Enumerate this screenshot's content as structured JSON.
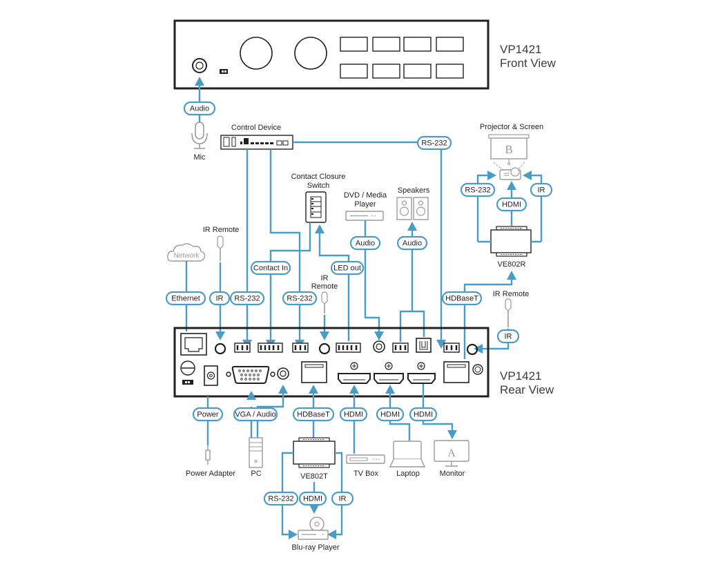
{
  "front_view": {
    "title_line1": "VP1421",
    "title_line2": "Front View"
  },
  "rear_view": {
    "title_line1": "VP1421",
    "title_line2": "Rear View"
  },
  "devices": {
    "mic": "Mic",
    "control_device": "Control Device",
    "contact_closure_line1": "Contact Closure",
    "contact_closure_line2": "Switch",
    "dvd_line1": "DVD / Media",
    "dvd_line2": "Player",
    "speakers": "Speakers",
    "projector": "Projector & Screen",
    "ve802r": "VE802R",
    "network": "Network",
    "ir_remote_1": "IR Remote",
    "ir_remote_2_line1": "IR",
    "ir_remote_2_line2": "Remote",
    "ir_remote_3": "IR Remote",
    "power_adapter": "Power Adapter",
    "pc": "PC",
    "ve802t": "VE802T",
    "tv_box": "TV Box",
    "laptop": "Laptop",
    "monitor": "Monitor",
    "bluray": "Blu-ray Player",
    "screen_letter": "B",
    "monitor_letter": "A"
  },
  "connections": {
    "audio_mic": "Audio",
    "rs232_control_top": "RS-232",
    "rs232_projector": "RS-232",
    "hdmi_projector": "HDMI",
    "ir_projector": "IR",
    "audio_dvd": "Audio",
    "audio_speakers": "Audio",
    "contact_in": "Contact In",
    "led_out": "LED out",
    "ethernet": "Ethernet",
    "ir_1": "IR",
    "rs232_1": "RS-232",
    "rs232_2": "RS-232",
    "hdbaset_ve802r": "HDBaseT",
    "ir_3": "IR",
    "power": "Power",
    "vga_audio": "VGA / Audio",
    "hdbaset_ve802t": "HDBaseT",
    "hdmi_tvbox": "HDMI",
    "hdmi_laptop": "HDMI",
    "hdmi_monitor": "HDMI",
    "rs232_bluray": "RS-232",
    "hdmi_bluray": "HDMI",
    "ir_bluray": "IR"
  },
  "colors": {
    "connection": "#4a9cc4",
    "outline": "#231f20",
    "peripheral": "#9a9a9a"
  }
}
